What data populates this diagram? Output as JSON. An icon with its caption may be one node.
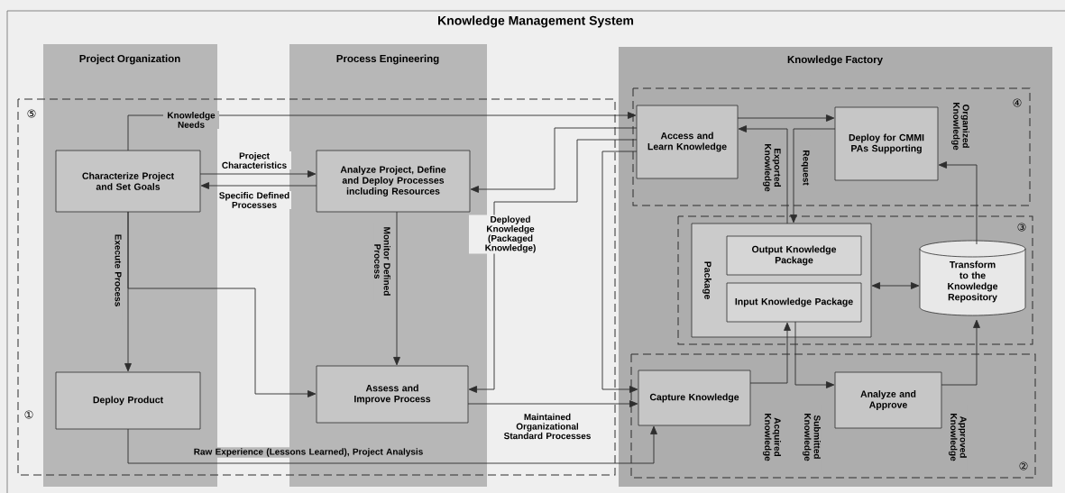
{
  "diagram": {
    "title": "Knowledge Management System",
    "nodes": [
      {
        "text": [
          "Project Organization"
        ]
      },
      {
        "text": [
          "Process Engineering"
        ]
      },
      {
        "text": [
          "Knowledge Factory"
        ]
      },
      {
        "text": [
          "Characterize Project and Set Goals"
        ],
        "in": 0
      },
      {
        "text": [
          "Deploy Product"
        ],
        "in": 0
      },
      {
        "text": [
          "Analyze Project, Define and Deploy Processes including Resources"
        ],
        "in": 1
      },
      {
        "text": [
          "Assess and Improve Process"
        ],
        "in": 1
      },
      {
        "text": [
          "Access and Learn Knowledge"
        ],
        "in": 2
      },
      {
        "text": [
          "Deploy for CMMI PAs Supporting"
        ],
        "in": 2
      },
      {
        "text": [
          "Package"
        ],
        "in": 2
      },
      {
        "text": [
          "Output Knowledge Package"
        ],
        "in": 9
      },
      {
        "text": [
          "Input Knowledge Package"
        ],
        "in": 9
      },
      {
        "text": [
          "Transform to the Knowledge Repository"
        ],
        "in": 2
      },
      {
        "text": [
          "Capture Knowledge"
        ],
        "in": 2
      },
      {
        "text": [
          "Analyze and Approve"
        ],
        "in": 2
      }
    ],
    "edges": [
      {
        "from": 3,
        "to": 7,
        "arrow": "to",
        "label": "Knowledge Needs"
      },
      {
        "from": 3,
        "to": 5,
        "arrow": "to",
        "label": "Project Characteristics"
      },
      {
        "from": 5,
        "to": 3,
        "arrow": "to",
        "label": "Specific Defined Processes"
      },
      {
        "from": 7,
        "to": 5,
        "arrow": "to"
      },
      {
        "from": 7,
        "to": 6,
        "arrow": "to",
        "label": "Deployed Knowledge (Packaged Knowledge)"
      },
      {
        "from": 7,
        "to": 13,
        "arrow": "to"
      },
      {
        "from": 3,
        "to": 4,
        "arrow": "to",
        "label": "Execute Process"
      },
      {
        "from": 3,
        "to": 6,
        "arrow": "to"
      },
      {
        "from": 5,
        "to": 6,
        "arrow": "to",
        "label": "Monitor Defined Process"
      },
      {
        "from": 6,
        "to": 13,
        "arrow": "to",
        "label": "Maintained Organizational Standard Processes"
      },
      {
        "from": 4,
        "to": 13,
        "arrow": "to",
        "label": "Raw Experience (Lessons Learned), Project Analysis"
      },
      {
        "from": 7,
        "to": 8,
        "arrow": "to"
      },
      {
        "from": 9,
        "to": 7,
        "arrow": "to",
        "label": "Exported Knowledge"
      },
      {
        "from": 8,
        "to": 9,
        "arrow": "to",
        "label": "Request"
      },
      {
        "from": 12,
        "to": 8,
        "arrow": "to",
        "label": "Organized Knowledge"
      },
      {
        "from": 9,
        "to": 12,
        "arrow": "both"
      },
      {
        "from": 13,
        "to": 11,
        "arrow": "to",
        "label": "Acquired Knowledge"
      },
      {
        "from": 11,
        "to": 14,
        "arrow": "to",
        "label": "Submitted Knowledge"
      },
      {
        "from": 14,
        "to": 12,
        "arrow": "to",
        "label": "Approved Knowledge"
      }
    ],
    "labels": [
      "④",
      "⑤",
      "③",
      "①",
      "②"
    ]
  }
}
